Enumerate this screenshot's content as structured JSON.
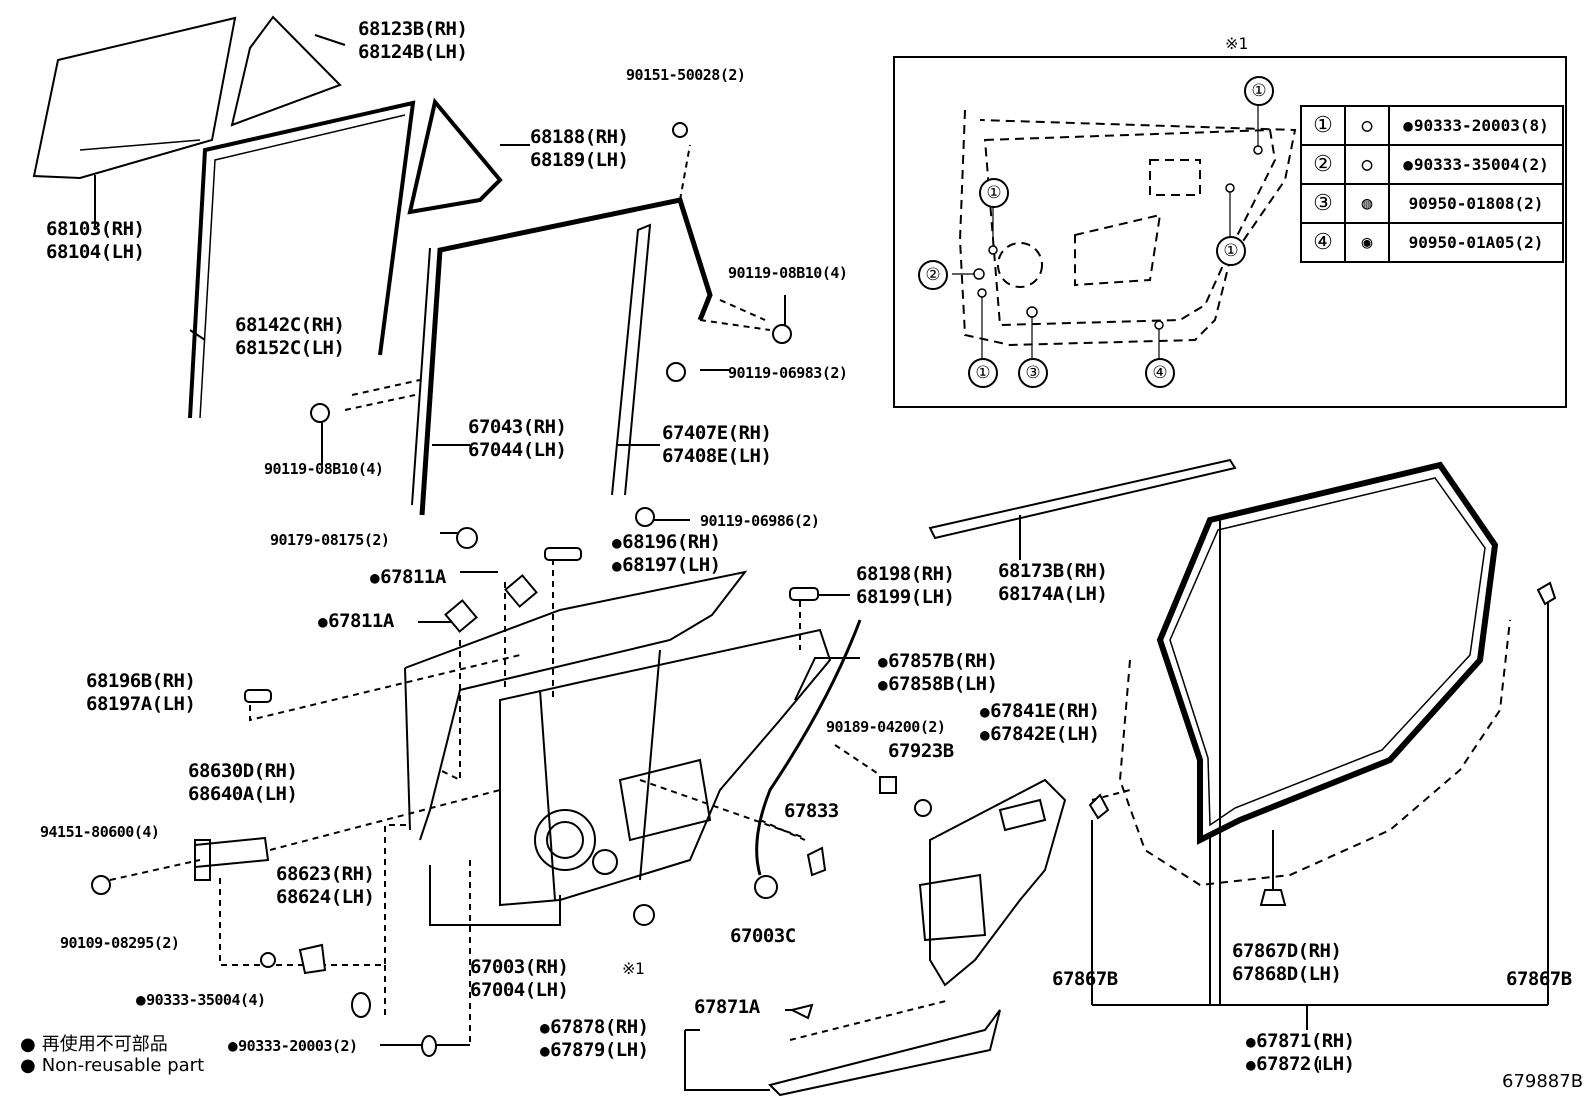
{
  "callouts": {
    "p68123": [
      "68123B(RH)",
      "68124B(LH)"
    ],
    "p68188": [
      "68188(RH)",
      "68189(LH)"
    ],
    "p68103": [
      "68103(RH)",
      "68104(LH)"
    ],
    "p68142": [
      "68142C(RH)",
      "68152C(LH)"
    ],
    "p90151": "90151-50028(2)",
    "p90119a": "90119-08B10(4)",
    "p90119b": "90119-06983(2)",
    "p67043": [
      "67043(RH)",
      "67044(LH)"
    ],
    "p67407": [
      "67407E(RH)",
      "67408E(LH)"
    ],
    "p90119c": "90119-08B10(4)",
    "p90119d": "90119-06986(2)",
    "p90179": "90179-08175(2)",
    "p68196": [
      "68196(RH)",
      "68197(LH)"
    ],
    "p67811a1": "67811A",
    "p67811a2": "67811A",
    "p68198": [
      "68198(RH)",
      "68199(LH)"
    ],
    "p68173": [
      "68173B(RH)",
      "68174A(LH)"
    ],
    "p68196b": [
      "68196B(RH)",
      "68197A(LH)"
    ],
    "p67857": [
      "67857B(RH)",
      "67858B(LH)"
    ],
    "p67841": [
      "67841E(RH)",
      "67842E(LH)"
    ],
    "p90189": "90189-04200(2)",
    "p67923": "67923B",
    "p68630": [
      "68630D(RH)",
      "68640A(LH)"
    ],
    "p94151": "94151-80600(4)",
    "p67833": "67833",
    "p68623": [
      "68623(RH)",
      "68624(LH)"
    ],
    "p67003": [
      "67003(RH)",
      "67004(LH)"
    ],
    "p67003c": "67003C",
    "p90109": "90109-08295(2)",
    "p90333a": "90333-35004(4)",
    "p90333b": "90333-20003(2)",
    "p67878": [
      "67878(RH)",
      "67879(LH)"
    ],
    "p67871a": "67871A",
    "p67867b_l": "67867B",
    "p67867b_r": "67867B",
    "p67867d": [
      "67867D(RH)",
      "67868D(LH)"
    ],
    "p67871": [
      "67871(RH)",
      "67872(LH)"
    ],
    "ref_mark": "※1"
  },
  "inset": {
    "mark": "※1",
    "rows": [
      {
        "num": "①",
        "icon": "○",
        "part": "90333-20003(8)",
        "nonreusable": true
      },
      {
        "num": "②",
        "icon": "○",
        "part": "90333-35004(2)",
        "nonreusable": true
      },
      {
        "num": "③",
        "icon": "◍",
        "part": "90950-01808(2)",
        "nonreusable": false
      },
      {
        "num": "④",
        "icon": "◉",
        "part": "90950-01A05(2)",
        "nonreusable": false
      }
    ],
    "hole_labels": [
      "①",
      "①",
      "②",
      "①",
      "①",
      "③",
      "④"
    ]
  },
  "notes": {
    "jp": "再使用不可部品",
    "en": "Non-reusable part"
  },
  "diagram_id": "679887B",
  "colors": {
    "ink": "#000000",
    "background": "#ffffff"
  }
}
